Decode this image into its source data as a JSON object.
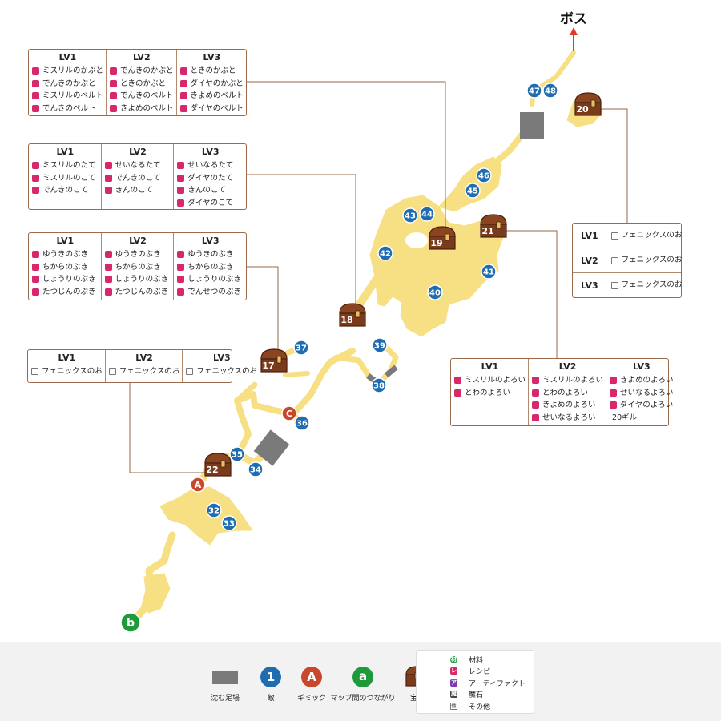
{
  "boss": {
    "label": "ボス"
  },
  "nodes": {
    "enemies": [
      "32",
      "33",
      "34",
      "35",
      "36",
      "37",
      "38",
      "39",
      "40",
      "41",
      "42",
      "43",
      "44",
      "45",
      "46",
      "47",
      "48"
    ],
    "chests": [
      "17",
      "18",
      "19",
      "20",
      "21",
      "22"
    ],
    "gimmicks": [
      "A",
      "C"
    ],
    "connections": [
      "b"
    ]
  },
  "loot_tables": {
    "t19": {
      "lv1": {
        "label": "LV1",
        "items": [
          "ミスリルのかぶと",
          "でんきのかぶと",
          "ミスリルのベルト",
          "でんきのベルト"
        ]
      },
      "lv2": {
        "label": "LV2",
        "items": [
          "でんきのかぶと",
          "ときのかぶと",
          "でんきのベルト",
          "きよめのベルト"
        ]
      },
      "lv3": {
        "label": "LV3",
        "items": [
          "ときのかぶと",
          "ダイヤのかぶと",
          "きよめのベルト",
          "ダイヤのベルト"
        ]
      }
    },
    "t18": {
      "lv1": {
        "label": "LV1",
        "items": [
          "ミスリルのたて",
          "ミスリルのこて",
          "でんきのこて"
        ]
      },
      "lv2": {
        "label": "LV2",
        "items": [
          "せいなるたて",
          "でんきのこて",
          "きんのこて"
        ]
      },
      "lv3": {
        "label": "LV3",
        "items": [
          "せいなるたて",
          "ダイヤのたて",
          "きんのこて",
          "ダイヤのこて"
        ]
      }
    },
    "t17": {
      "lv1": {
        "label": "LV1",
        "items": [
          "ゆうきのぶき",
          "ちからのぶき",
          "しょうりのぶき",
          "たつじんのぶき"
        ]
      },
      "lv2": {
        "label": "LV2",
        "items": [
          "ゆうきのぶき",
          "ちからのぶき",
          "しょうりのぶき",
          "たつじんのぶき"
        ]
      },
      "lv3": {
        "label": "LV3",
        "items": [
          "ゆうきのぶき",
          "ちからのぶき",
          "しょうりのぶき",
          "でんせつのぶき"
        ]
      }
    },
    "t22": {
      "lv1": {
        "label": "LV1",
        "items": [
          "フェニックスのお"
        ]
      },
      "lv2": {
        "label": "LV2",
        "items": [
          "フェニックスのお"
        ]
      },
      "lv3": {
        "label": "LV3",
        "items": [
          "フェニックスのお"
        ]
      }
    },
    "t20": {
      "lv1": {
        "label": "LV1",
        "items": [
          "フェニックスのお"
        ]
      },
      "lv2": {
        "label": "LV2",
        "items": [
          "フェニックスのお"
        ]
      },
      "lv3": {
        "label": "LV3",
        "items": [
          "フェニックスのお"
        ]
      }
    },
    "t21": {
      "lv1": {
        "label": "LV1",
        "items": [
          "ミスリルのよろい",
          "とわのよろい"
        ]
      },
      "lv2": {
        "label": "LV2",
        "items": [
          "ミスリルのよろい",
          "とわのよろい",
          "きよめのよろい",
          "せいなるよろい"
        ]
      },
      "lv3": {
        "label": "LV3",
        "items": [
          "きよめのよろい",
          "せいなるよろい",
          "ダイヤのよろい"
        ],
        "gil": "20ギル"
      }
    }
  },
  "legend": {
    "sinking_floor": "沈む足場",
    "enemy": "敵",
    "enemy_symbol": "1",
    "gimmick": "ギミック",
    "gimmick_symbol": "A",
    "map_link": "マップ間のつながり",
    "map_link_symbol": "a",
    "chest": "宝箱",
    "item_types": {
      "material": {
        "icon": "材",
        "label": "材料"
      },
      "recipe": {
        "icon": "レ",
        "label": "レシピ"
      },
      "artifact": {
        "icon": "ア",
        "label": "アーティファクト"
      },
      "magic_stone": {
        "icon": "魔",
        "label": "魔石"
      },
      "other": {
        "icon": "他",
        "label": "その他"
      }
    }
  },
  "colors": {
    "path": "#f7e084",
    "enemy": "#1f6cb0",
    "gimmick": "#c7482c",
    "connection": "#1f9a3a",
    "chest": "#7a3a1c",
    "recipe": "#d6286a",
    "boss_arrow": "#e03a2a"
  }
}
